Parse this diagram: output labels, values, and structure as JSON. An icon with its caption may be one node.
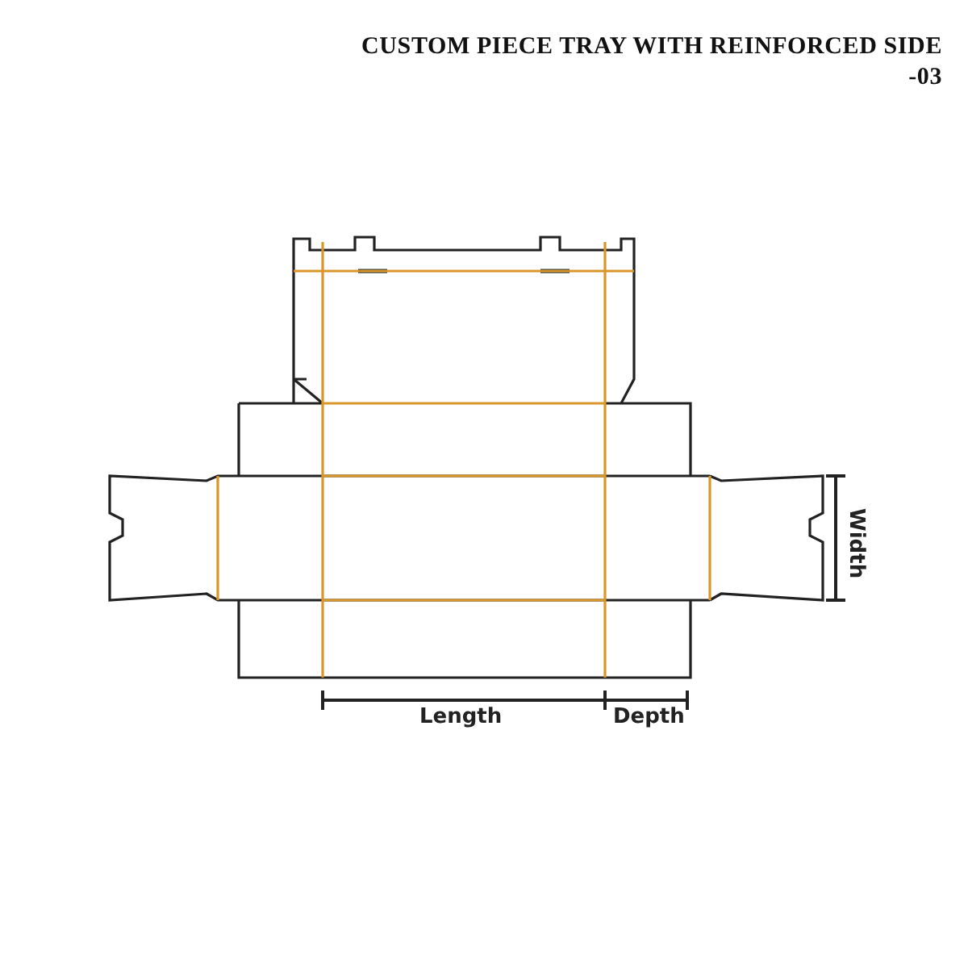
{
  "diagram": {
    "title": "CUSTOM PIECE TRAY WITH REINFORCED SIDE -03",
    "labels": [
      "Width",
      "Length",
      "Depth"
    ]
  }
}
